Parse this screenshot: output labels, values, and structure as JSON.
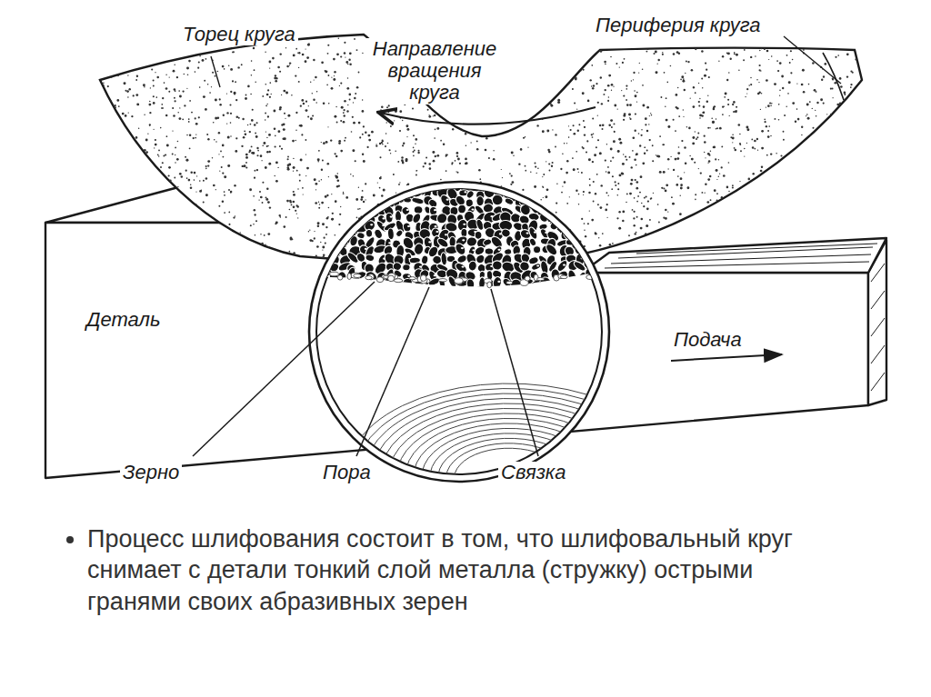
{
  "diagram": {
    "caption": "Процесс шлифования состоит в том, что шлифовальный круг снимает с детали тонкий слой металла (стружку) острыми гранями своих абразивных зерен",
    "labels": [
      "Торец круга",
      "Периферия круга",
      "Направление вращения круга",
      "Деталь",
      "Подача",
      "Зерно",
      "Пора",
      "Связка"
    ]
  }
}
